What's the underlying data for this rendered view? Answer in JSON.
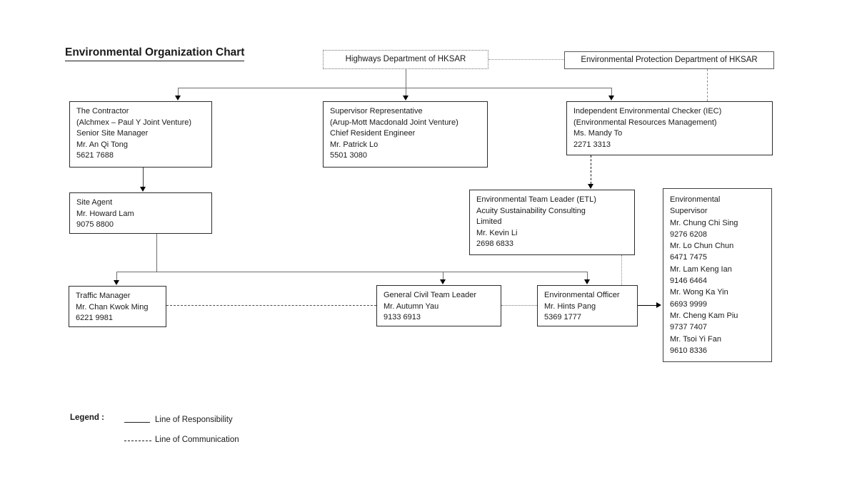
{
  "title": "Environmental Organization Chart",
  "colors": {
    "background": "#ffffff",
    "box_border": "#2b2b2b",
    "thin_border": "#595959",
    "connector_line": "#6e6e6e",
    "arrow": "#000000",
    "text": "#1a1a1a"
  },
  "boxes": {
    "highways_dept": {
      "lines": [
        "Highways Department of HKSAR"
      ]
    },
    "epd": {
      "lines": [
        "Environmental Protection Department of HKSAR"
      ]
    },
    "contractor": {
      "lines": [
        "The Contractor",
        "(Alchmex – Paul Y Joint Venture)",
        "Senior Site Manager",
        "Mr. An Qi Tong",
        "5621 7688"
      ]
    },
    "supervisor_rep": {
      "lines": [
        "Supervisor Representative",
        "(Arup-Mott Macdonald Joint Venture)",
        "Chief Resident Engineer",
        "Mr. Patrick Lo",
        "5501 3080"
      ]
    },
    "iec": {
      "lines": [
        "Independent Environmental Checker (IEC)",
        "(Environmental Resources Management)",
        "Ms. Mandy To",
        "2271 3313"
      ]
    },
    "site_agent": {
      "lines": [
        "Site Agent",
        "Mr. Howard Lam",
        "9075 8800"
      ]
    },
    "etl": {
      "lines": [
        "Environmental Team Leader (ETL)",
        "Acuity Sustainability Consulting",
        "Limited",
        "Mr. Kevin Li",
        "2698 6833"
      ]
    },
    "env_supervisor": {
      "lines": [
        "Environmental",
        "Supervisor",
        "Mr. Chung Chi Sing",
        "9276 6208",
        "Mr. Lo Chun Chun",
        "6471 7475",
        "Mr. Lam Keng Ian",
        "9146 6464",
        "Mr. Wong Ka Yin",
        "6693 9999",
        "Mr. Cheng Kam Piu",
        "9737 7407",
        "Mr. Tsoi Yi Fan",
        "9610 8336"
      ]
    },
    "traffic_manager": {
      "lines": [
        "Traffic Manager",
        "Mr. Chan Kwok Ming",
        "6221 9981"
      ]
    },
    "civil_team_leader": {
      "lines": [
        "General Civil Team Leader",
        "Mr. Autumn Yau",
        "9133 6913"
      ]
    },
    "env_officer": {
      "lines": [
        "Environmental Officer",
        "Mr. Hints Pang",
        "5369 1777"
      ]
    }
  },
  "legend": {
    "label": "Legend :",
    "responsibility": "Line of Responsibility",
    "communication": "Line of Communication"
  }
}
